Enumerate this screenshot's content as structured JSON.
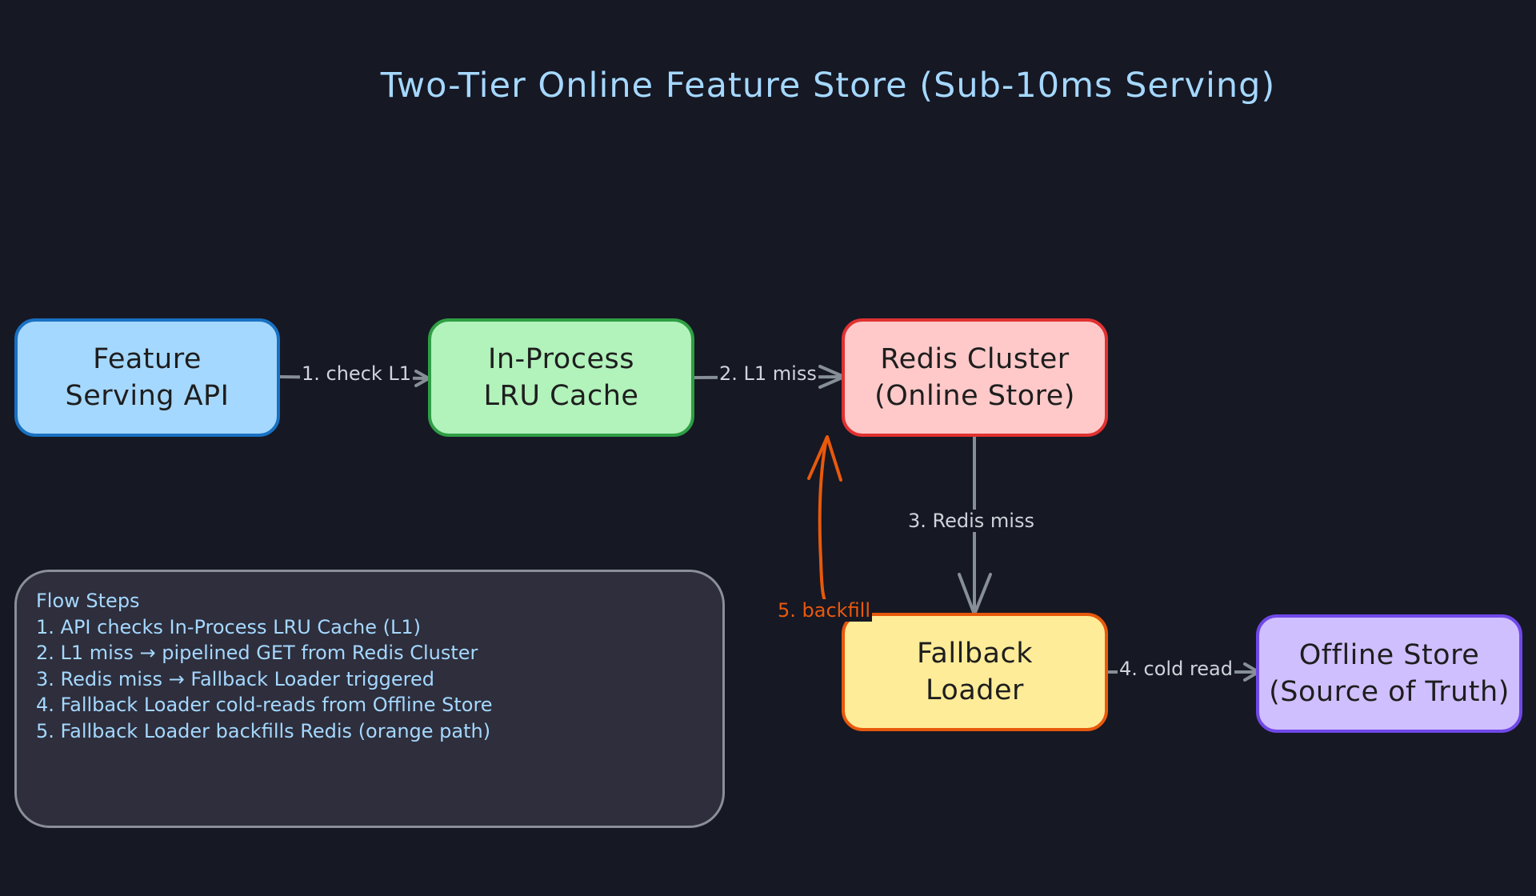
{
  "title": "Two-Tier Online Feature Store (Sub-10ms Serving)",
  "nodes": {
    "api": {
      "lines": [
        "Feature",
        "Serving API"
      ],
      "fill": "#a5d8ff",
      "stroke": "#1971c2"
    },
    "lru": {
      "lines": [
        "In-Process",
        "LRU Cache"
      ],
      "fill": "#b2f2bb",
      "stroke": "#2f9e44"
    },
    "redis": {
      "lines": [
        "Redis Cluster",
        "(Online Store)"
      ],
      "fill": "#ffc9c9",
      "stroke": "#e03131"
    },
    "loader": {
      "lines": [
        "Fallback",
        "Loader"
      ],
      "fill": "#ffec99",
      "stroke": "#e8590c"
    },
    "offline": {
      "lines": [
        "Offline Store",
        "(Source of Truth)"
      ],
      "fill": "#d0bfff",
      "stroke": "#7048e8"
    }
  },
  "edges": {
    "check": {
      "label": "1. check L1",
      "from": "api",
      "to": "lru"
    },
    "l1miss": {
      "label": "2. L1 miss",
      "from": "lru",
      "to": "redis"
    },
    "redismiss": {
      "label": "3. Redis miss",
      "from": "redis",
      "to": "loader"
    },
    "coldread": {
      "label": "4. cold read",
      "from": "loader",
      "to": "offline"
    },
    "backfill": {
      "label": "5. backfill",
      "from": "loader",
      "to": "redis"
    }
  },
  "colors": {
    "background": "#161824",
    "edge": "#868e96",
    "backfill": "#e8590c",
    "title": "#a5d8ff"
  },
  "legend": {
    "heading": "Flow Steps",
    "steps": [
      "1. API checks In-Process LRU Cache (L1)",
      "2. L1 miss → pipelined GET from Redis Cluster",
      "3. Redis miss → Fallback Loader triggered",
      "4. Fallback Loader cold-reads from Offline Store",
      "5. Fallback Loader backfills Redis (orange path)"
    ]
  }
}
